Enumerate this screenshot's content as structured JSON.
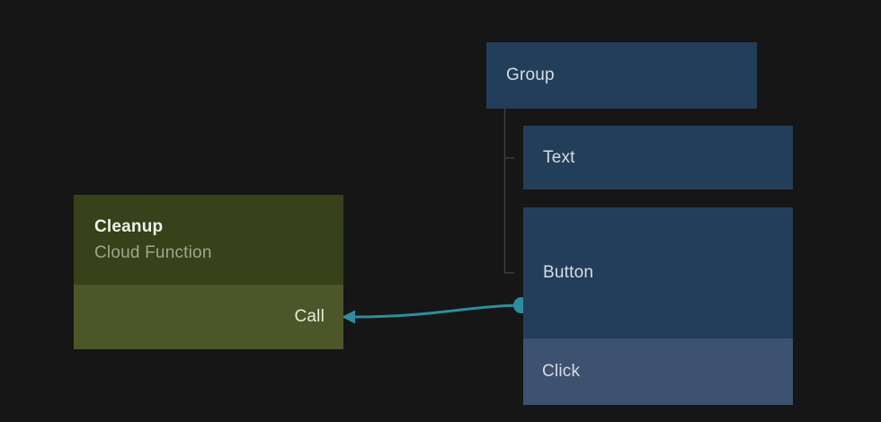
{
  "colors": {
    "canvas_bg": "#161616",
    "ui_node_fill": "#233e5a",
    "ui_event_row_fill": "#3d5170",
    "function_header_fill": "#37411a",
    "function_body_fill": "#4c5628",
    "edge": "#2e8ca0",
    "tree_line": "#3e3e3e",
    "label_text": "#d8dde2",
    "function_title_text": "#efefe7",
    "function_subtitle_text": "#a0a78e",
    "call_label_text": "#e9eadc"
  },
  "nodes": {
    "group": {
      "label": "Group"
    },
    "text": {
      "label": "Text"
    },
    "button": {
      "label": "Button",
      "event_label": "Click"
    },
    "cleanup": {
      "title": "Cleanup",
      "subtitle": "Cloud Function",
      "action_label": "Call"
    }
  },
  "diagram": {
    "hierarchy": {
      "root": "Group",
      "children": [
        "Text",
        "Button"
      ]
    },
    "connections": [
      {
        "from_node": "Button",
        "from_port": "Click",
        "to_node": "Cleanup",
        "to_port": "Call"
      }
    ]
  }
}
